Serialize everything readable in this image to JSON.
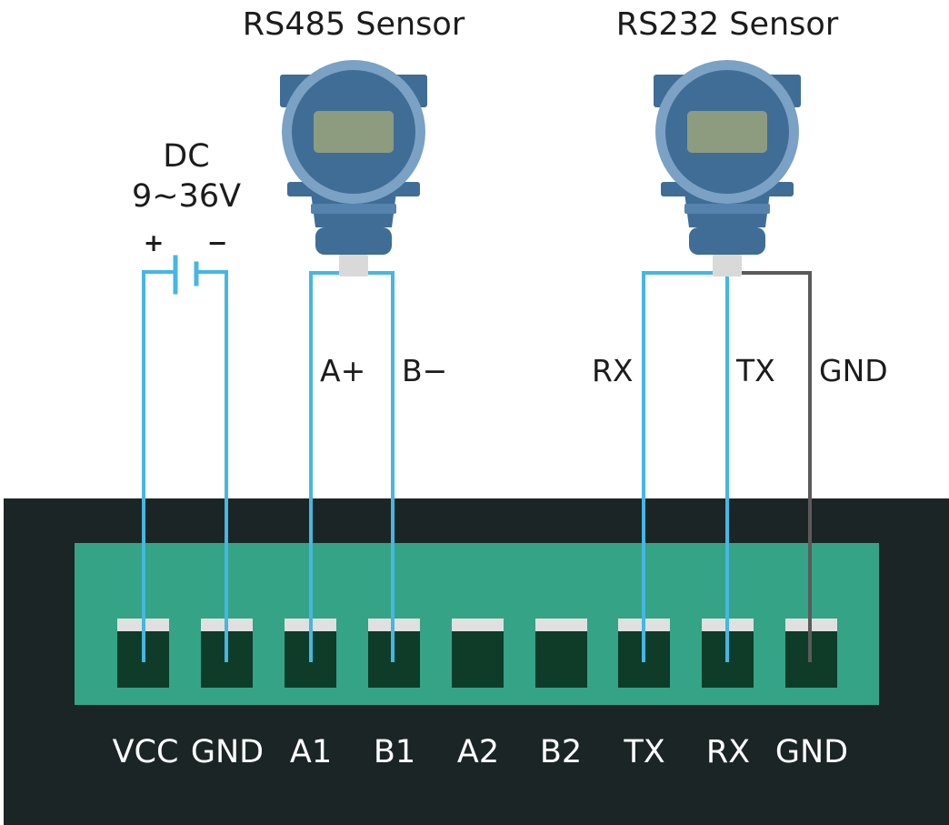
{
  "sensors": {
    "rs485": {
      "title": "RS485 Sensor",
      "wire_a": "A+",
      "wire_b": "B−"
    },
    "rs232": {
      "title": "RS232 Sensor",
      "wire_rx": "RX",
      "wire_tx": "TX",
      "wire_gnd": "GND"
    }
  },
  "power": {
    "line1": "DC",
    "line2": "9~36V",
    "plus": "+",
    "minus": "−"
  },
  "terminals": {
    "vcc": "VCC",
    "gnd1": "GND",
    "a1": "A1",
    "b1": "B1",
    "a2": "A2",
    "b2": "B2",
    "tx": "TX",
    "rx": "RX",
    "gnd2": "GND"
  },
  "colors": {
    "device_body": "#1c2526",
    "terminal_board": "#35a386",
    "terminal_slot": "#0f3b29",
    "terminal_cap": "#e0e0e0",
    "wire_blue": "#46b6e2",
    "wire_gray": "#5b5b5b",
    "sensor_body": "#3f6d96",
    "sensor_ring": "#7ba1c4",
    "sensor_display": "#8d9c7f"
  }
}
